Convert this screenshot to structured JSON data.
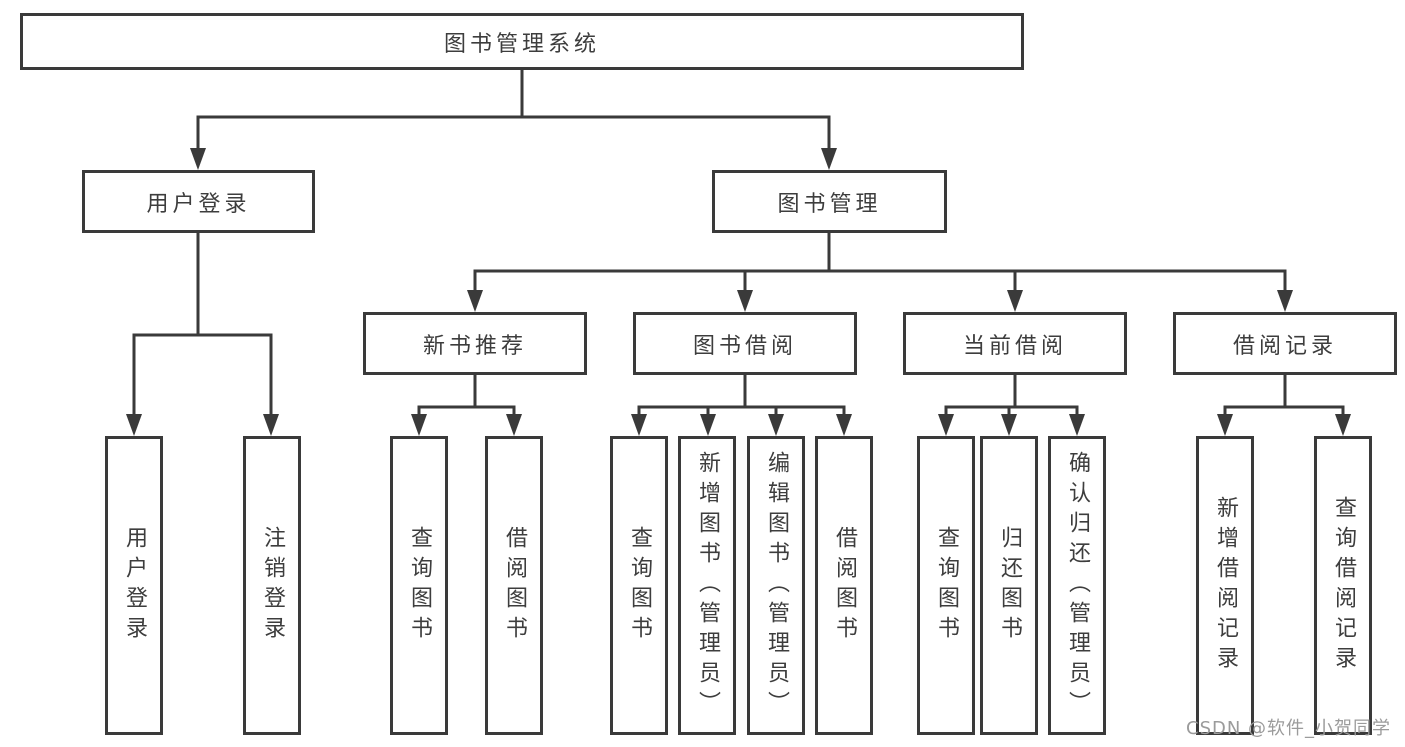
{
  "diagram": {
    "title": "图书管理系统",
    "root": {
      "label": "图书管理系统"
    },
    "level2": [
      {
        "label": "用户登录"
      },
      {
        "label": "图书管理"
      }
    ],
    "level3": [
      {
        "label": "新书推荐"
      },
      {
        "label": "图书借阅"
      },
      {
        "label": "当前借阅"
      },
      {
        "label": "借阅记录"
      }
    ],
    "leaves": [
      {
        "label": "用户登录"
      },
      {
        "label": "注销登录"
      },
      {
        "label": "查询图书"
      },
      {
        "label": "借阅图书"
      },
      {
        "label": "查询图书"
      },
      {
        "label": "新增图书（管理员）"
      },
      {
        "label": "编辑图书（管理员）"
      },
      {
        "label": "借阅图书"
      },
      {
        "label": "查询图书"
      },
      {
        "label": "归还图书"
      },
      {
        "label": "确认归还（管理员）"
      },
      {
        "label": "新增借阅记录"
      },
      {
        "label": "查询借阅记录"
      }
    ],
    "hierarchy": {
      "图书管理系统": [
        "用户登录",
        "图书管理"
      ],
      "用户登录": [
        "用户登录",
        "注销登录"
      ],
      "图书管理": [
        "新书推荐",
        "图书借阅",
        "当前借阅",
        "借阅记录"
      ],
      "新书推荐": [
        "查询图书",
        "借阅图书"
      ],
      "图书借阅": [
        "查询图书",
        "新增图书（管理员）",
        "编辑图书（管理员）",
        "借阅图书"
      ],
      "当前借阅": [
        "查询图书",
        "归还图书",
        "确认归还（管理员）"
      ],
      "借阅记录": [
        "新增借阅记录",
        "查询借阅记录"
      ]
    }
  },
  "watermark": {
    "text": "CSDN @软件_小贺同学"
  },
  "colors": {
    "line": "#3a3a3a",
    "text": "#3d3d3d",
    "watermark": "#9b9b9b",
    "background": "#ffffff"
  }
}
